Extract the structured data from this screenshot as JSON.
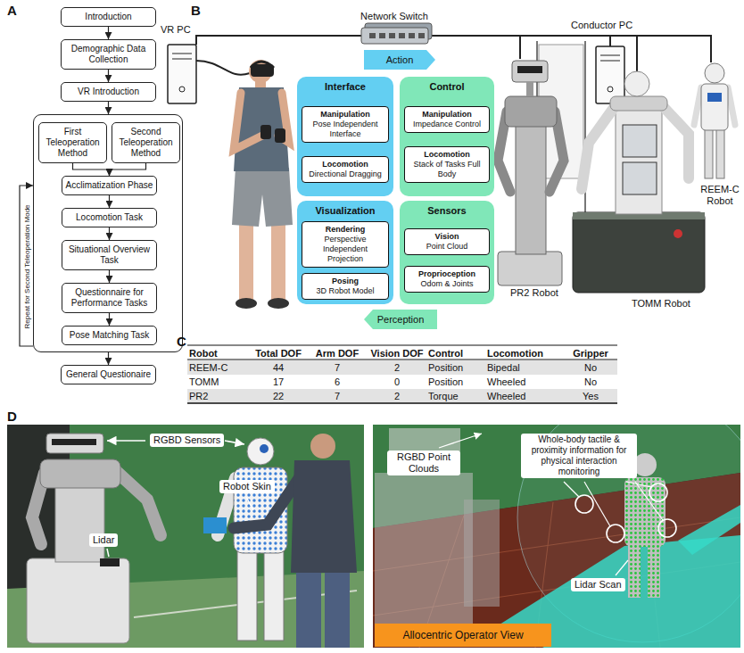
{
  "diagram": {
    "nodes": [
      {
        "text": [
          "Introduction"
        ]
      },
      {
        "text": [
          "Demographic Data Collection"
        ]
      },
      {
        "text": [
          "VR Introduction"
        ]
      },
      {
        "text": [
          "Repeat for Second Teleoperation Mode"
        ]
      },
      {
        "text": [
          "First Teleoperation Method"
        ],
        "in": 3
      },
      {
        "text": [
          "Second Teleoperation Method"
        ],
        "in": 3
      },
      {
        "text": [
          "Acclimatization Phase"
        ],
        "in": 3
      },
      {
        "text": [
          "Locomotion Task"
        ],
        "in": 3
      },
      {
        "text": [
          "Situational Overview Task"
        ],
        "in": 3
      },
      {
        "text": [
          "Questionnaire for Performance Tasks"
        ],
        "in": 3
      },
      {
        "text": [
          "Pose Matching Task"
        ],
        "in": 3
      },
      {
        "text": [
          "General Questionaire"
        ]
      },
      {
        "text": [
          "Action"
        ]
      },
      {
        "text": [
          "Interface"
        ]
      },
      {
        "text": [
          "Manipulation",
          "Pose Independent Interface"
        ],
        "in": 13
      },
      {
        "text": [
          "Locomotion",
          "Directional Dragging"
        ],
        "in": 13
      },
      {
        "text": [
          "Control"
        ]
      },
      {
        "text": [
          "Manipulation",
          "Impedance Control"
        ],
        "in": 16
      },
      {
        "text": [
          "Locomotion",
          "Stack of Tasks Full Body"
        ],
        "in": 16
      },
      {
        "text": [
          "Visualization"
        ]
      },
      {
        "text": [
          "Rendering",
          "Perspective Independent Projection"
        ],
        "in": 19
      },
      {
        "text": [
          "Posing",
          "3D Robot Model"
        ],
        "in": 19
      },
      {
        "text": [
          "Sensors"
        ]
      },
      {
        "text": [
          "Vision",
          "Point Cloud"
        ],
        "in": 22
      },
      {
        "text": [
          "Proprioception",
          "Odom & Joints"
        ],
        "in": 22
      },
      {
        "text": [
          "Perception"
        ]
      },
      {
        "text": [
          "Allocentric Operator View"
        ]
      }
    ],
    "edges": [
      {
        "from": 0,
        "to": 1,
        "arrow": "to"
      },
      {
        "from": 1,
        "to": 2,
        "arrow": "to"
      },
      {
        "from": 2,
        "to": 3,
        "arrow": "to"
      },
      {
        "from": 4,
        "to": 6,
        "arrow": "to"
      },
      {
        "from": 5,
        "to": 6,
        "arrow": "to"
      },
      {
        "from": 6,
        "to": 7,
        "arrow": "to"
      },
      {
        "from": 7,
        "to": 8,
        "arrow": "to"
      },
      {
        "from": 8,
        "to": 9,
        "arrow": "to"
      },
      {
        "from": 9,
        "to": 10,
        "arrow": "to"
      },
      {
        "from": 3,
        "to": 3,
        "arrow": "to"
      },
      {
        "from": 3,
        "to": 11,
        "arrow": "to"
      }
    ],
    "labels": [
      "A",
      "B",
      "Network Switch",
      "VR PC",
      "Conductor PC",
      "PR2 Robot",
      "REEM-C Robot",
      "TOMM Robot",
      "C",
      "Robot",
      "Total DOF",
      "Arm DOF",
      "Vision DOF",
      "Control",
      "Locomotion",
      "Gripper",
      "REEM-C",
      "44",
      "7",
      "2",
      "Position",
      "Bipedal",
      "No",
      "TOMM",
      "17",
      "6",
      "0",
      "Position",
      "Wheeled",
      "No",
      "PR2",
      "22",
      "7",
      "2",
      "Torque",
      "Wheeled",
      "Yes",
      "D",
      "RGBD Sensors",
      "Robot Skin",
      "Lidar",
      "RGBD Point Clouds",
      "Whole-body tactile & proximity information for physical interaction monitoring",
      "Lidar Scan"
    ]
  }
}
